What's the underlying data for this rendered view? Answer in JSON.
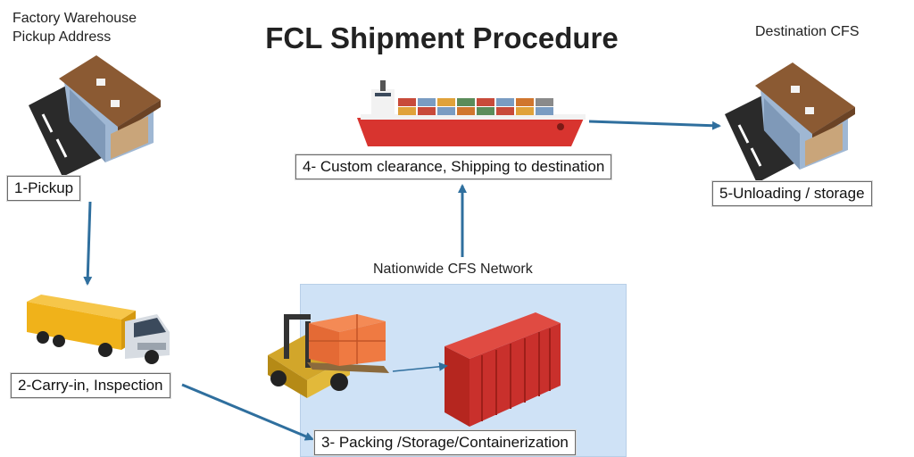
{
  "title": "FCL Shipment Procedure",
  "locations": {
    "origin": "Factory Warehouse\nPickup Address",
    "destination": "Destination CFS",
    "network": "Nationwide CFS Network"
  },
  "steps": [
    {
      "label": "1-Pickup"
    },
    {
      "label": "2-Carry-in, Inspection"
    },
    {
      "label": "3- Packing /Storage/Containerization"
    },
    {
      "label": "4- Custom clearance, Shipping to destination"
    },
    {
      "label": "5-Unloading / storage"
    }
  ],
  "icons": [
    "warehouse-icon",
    "truck-icon",
    "forklift-icon",
    "cargo-container-icon",
    "container-ship-icon",
    "warehouse-icon"
  ],
  "colors": {
    "arrow": "#2f6f9e",
    "panel": "#cfe2f6",
    "ship_hull": "#d8342f",
    "container": "#c9302c",
    "truck_box": "#f0b21a",
    "roof": "#8b5a33"
  }
}
